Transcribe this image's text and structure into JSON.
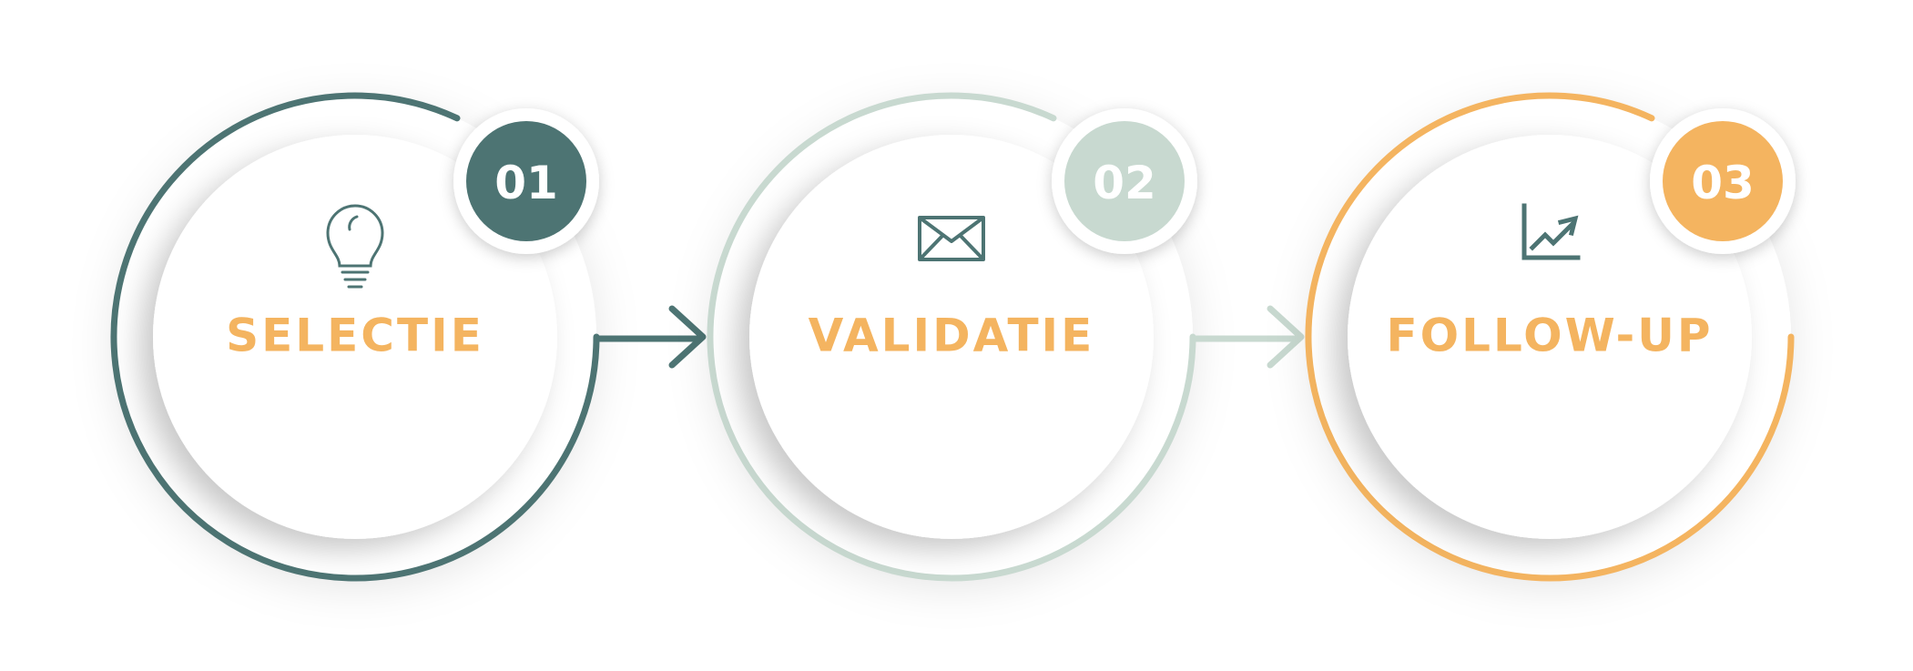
{
  "steps": [
    {
      "number": "01",
      "label": "SELECTIE",
      "icon": "lightbulb-icon",
      "color": "#4d7473"
    },
    {
      "number": "02",
      "label": "VALIDATIE",
      "icon": "envelope-icon",
      "color": "#c8d9d0"
    },
    {
      "number": "03",
      "label": "FOLLOW-UP",
      "icon": "growth-chart-icon",
      "color": "#f4b460"
    }
  ],
  "colors": {
    "label_text": "#f4b460",
    "icon_stroke": "#4d7473",
    "inner_disc": "#ffffff",
    "background": "#ffffff"
  }
}
